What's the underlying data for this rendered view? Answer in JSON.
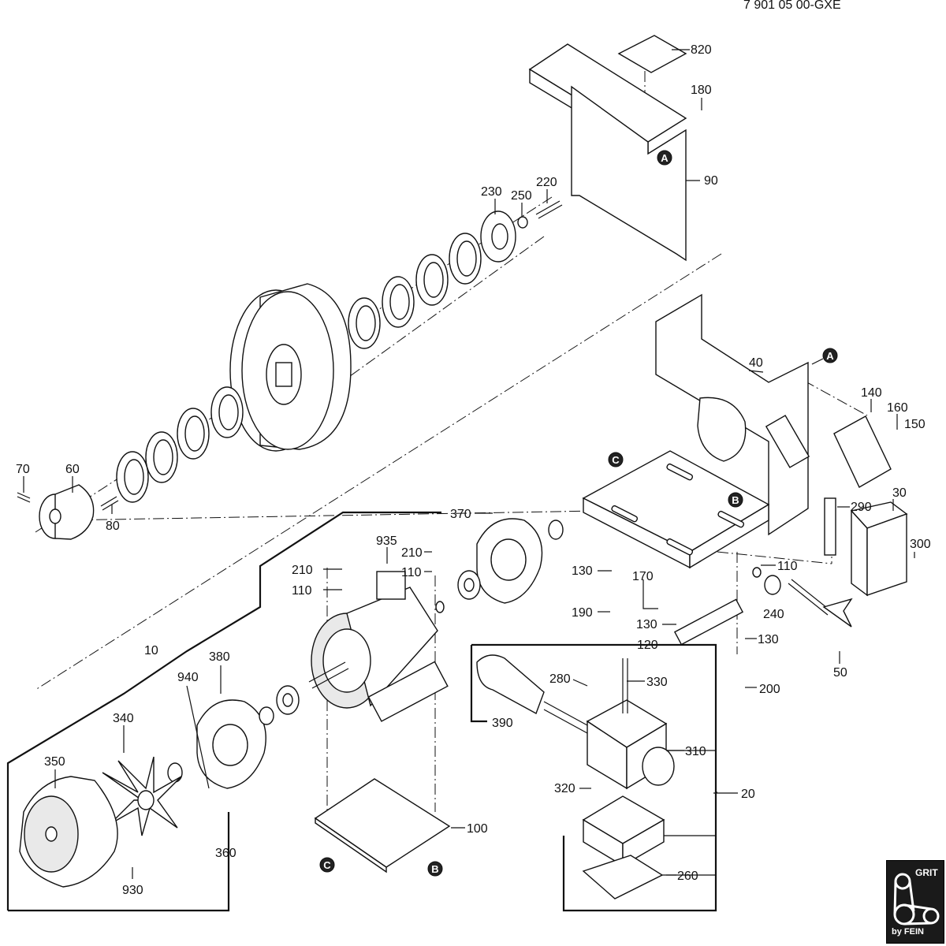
{
  "document": {
    "id": "7 901 05 00-GXE"
  },
  "logo": {
    "grit": "GRIT",
    "byfein": "by FEIN"
  },
  "markers": {
    "a": "A",
    "b": "B",
    "c": "C"
  },
  "parts": {
    "p10": "10",
    "p20": "20",
    "p30": "30",
    "p40": "40",
    "p50": "50",
    "p60": "60",
    "p70": "70",
    "p80": "80",
    "p90": "90",
    "p100": "100",
    "p110": "110",
    "p120": "120",
    "p130": "130",
    "p140": "140",
    "p150": "150",
    "p160": "160",
    "p170": "170",
    "p180": "180",
    "p190": "190",
    "p200": "200",
    "p210": "210",
    "p220": "220",
    "p230": "230",
    "p240": "240",
    "p250": "250",
    "p260": "260",
    "p280": "280",
    "p290": "290",
    "p300": "300",
    "p310": "310",
    "p320": "320",
    "p330": "330",
    "p340": "340",
    "p350": "350",
    "p360": "360",
    "p370": "370",
    "p380": "380",
    "p390": "390",
    "p820": "820",
    "p930": "930",
    "p935": "935",
    "p940": "940"
  }
}
